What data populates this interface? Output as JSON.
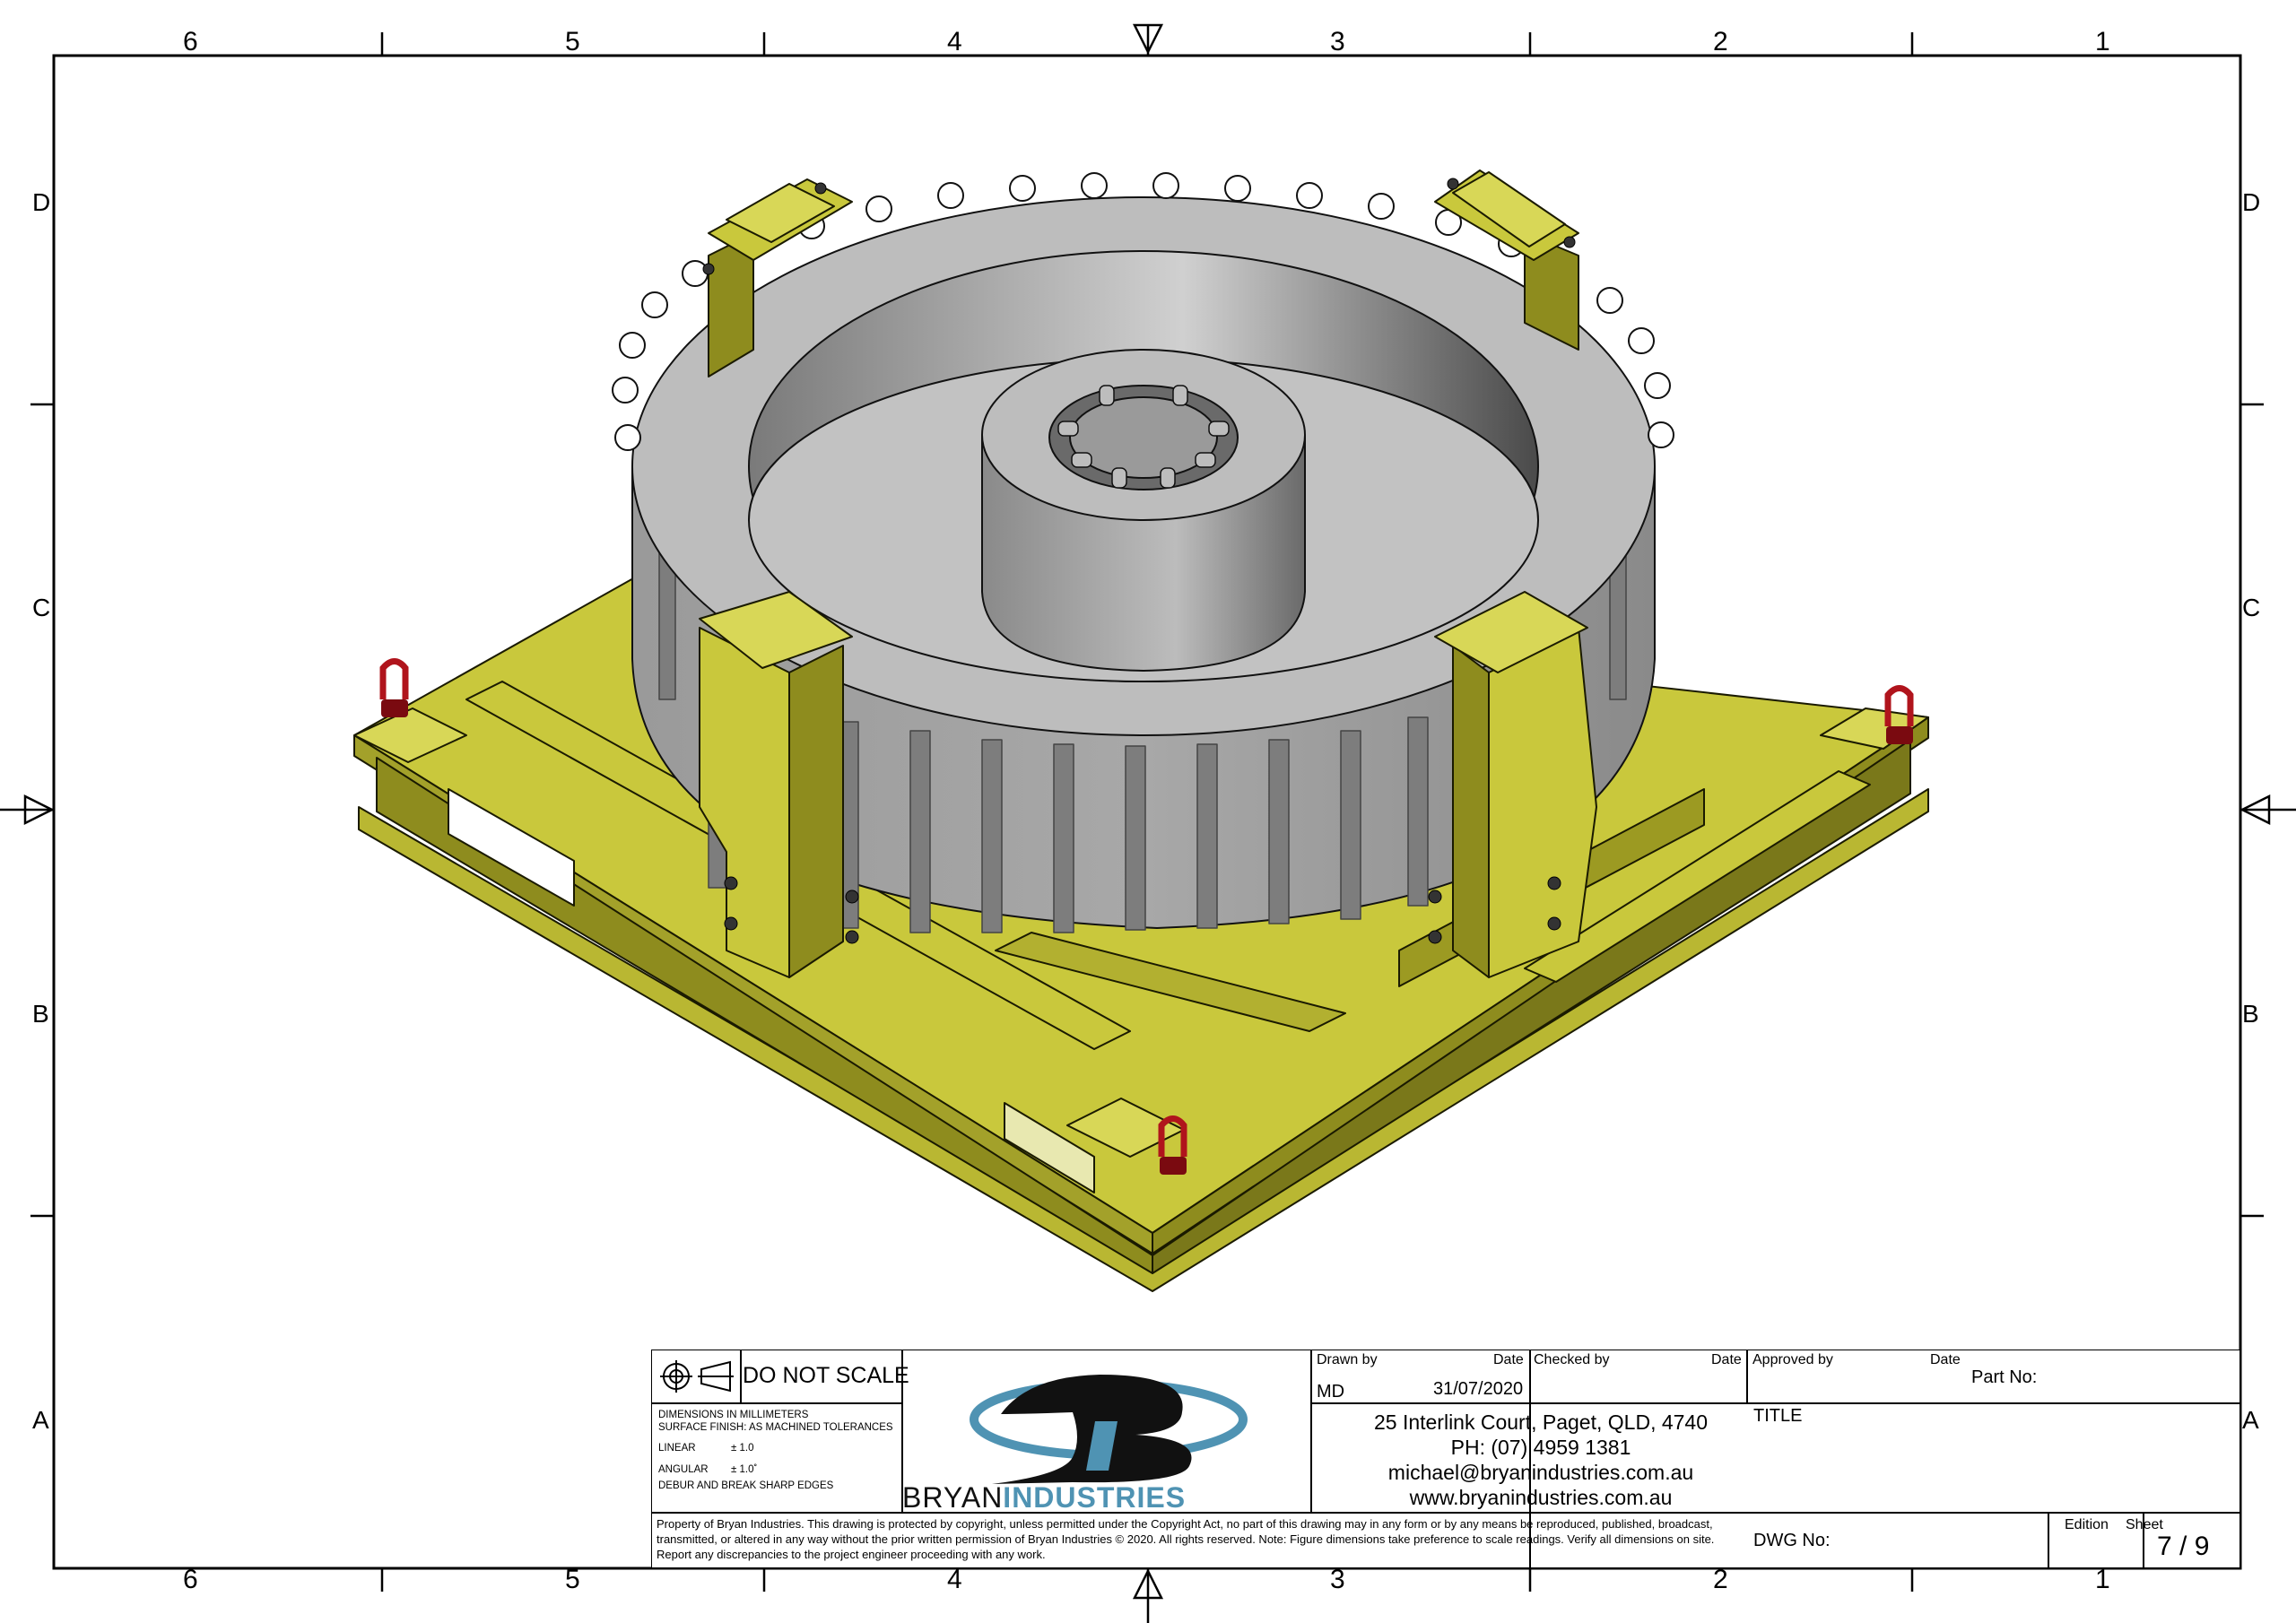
{
  "sheet": {
    "column_labels": [
      "6",
      "5",
      "4",
      "3",
      "2",
      "1"
    ],
    "row_labels": [
      "D",
      "C",
      "B",
      "A"
    ]
  },
  "title_block": {
    "do_not_scale": "DO NOT SCALE",
    "notes": [
      "DIMENSIONS IN MILLIMETERS",
      "SURFACE FINISH: AS MACHINED TOLERANCES"
    ],
    "linear_label": "LINEAR",
    "linear_value": "± 1.0",
    "angular_label": "ANGULAR",
    "angular_value": "± 1.0˚",
    "deburr": "DEBUR AND BREAK SHARP EDGES",
    "company_name_a": "BRYAN",
    "company_name_b": "INDUSTRIES",
    "drawn_by_label": "Drawn by",
    "drawn_by_value": "MD",
    "drawn_date_label": "Date",
    "drawn_date_value": "31/07/2020",
    "checked_by_label": "Checked by",
    "checked_date_label": "Date",
    "approved_by_label": "Approved by",
    "approved_date_label": "Date",
    "part_no_label": "Part No:",
    "address": "25 Interlink Court, Paget, QLD, 4740",
    "phone": "PH: (07) 4959 1381",
    "email": "michael@bryanindustries.com.au",
    "website": "www.bryanindustries.com.au",
    "title_label": "TITLE",
    "dwg_no_label": "DWG No:",
    "edition_label": "Edition",
    "sheet_label": "Sheet",
    "sheet_value": "7 / 9",
    "property_notice": "Property of Bryan Industries. This drawing is protected by copyright, unless permitted under the Copyright Act, no part of this drawing may in any form or by any means be reproduced, published, broadcast, transmitted, or altered in any way without the prior written permission of Bryan Industries © 2020. All rights reserved. Note: Figure dimensions take preference to scale readings. Verify all dimensions on site. Report any discrepancies to the project engineer proceeding with any work."
  },
  "colors": {
    "frame_yellow": "#c9c83c",
    "frame_dark": "#8e8c1e",
    "gear_light": "#bdbdbd",
    "gear_dark": "#6e6e6e",
    "shackle_red": "#b0141c",
    "logo_blue": "#4f93b3"
  }
}
